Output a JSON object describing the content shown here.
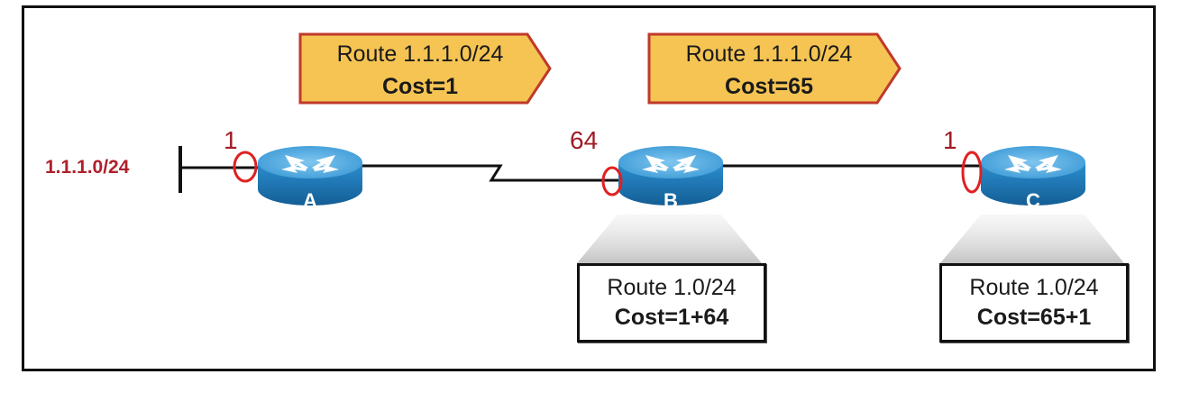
{
  "network": {
    "prefix": "1.1.1.0/24",
    "color": "#b0202a"
  },
  "routers": [
    {
      "name": "A"
    },
    {
      "name": "B"
    },
    {
      "name": "C"
    }
  ],
  "interface_costs": {
    "a": "1",
    "b": "64",
    "c": "1"
  },
  "advertisements": [
    {
      "line1": "Route 1.1.1.0/24",
      "line2": "Cost=1"
    },
    {
      "line1": "Route 1.1.1.0/24",
      "line2": "Cost=65"
    }
  ],
  "route_tables": [
    {
      "router": "B",
      "line1": "Route 1.0/24",
      "line2": "Cost=1+64"
    },
    {
      "router": "C",
      "line1": "Route 1.0/24",
      "line2": "Cost=65+1"
    }
  ],
  "colors": {
    "advert_fill": "#f5c453",
    "advert_stroke": "#c0392b",
    "router_body": "#1f7fbf",
    "router_top": "#5fb4e6",
    "interface_marker": "#e02020"
  }
}
